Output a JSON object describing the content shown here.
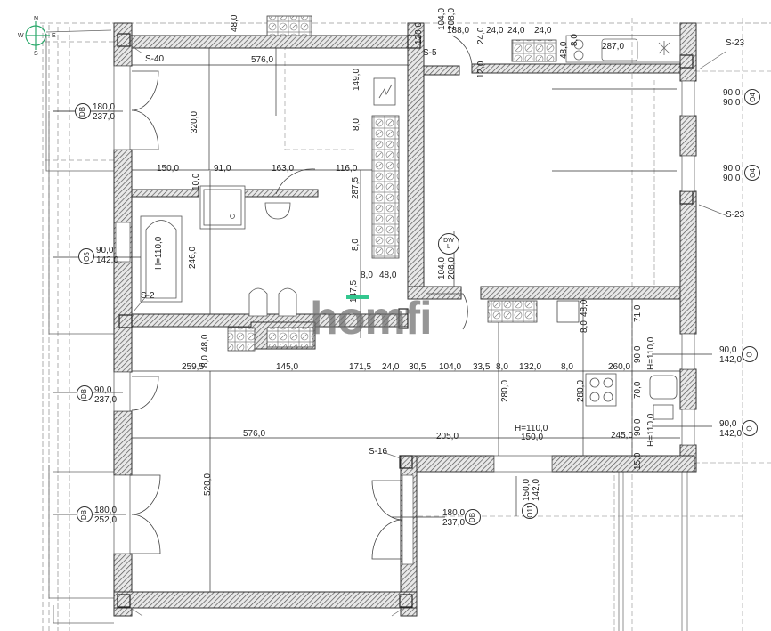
{
  "drawing": {
    "type": "architectural floor plan",
    "compass": {
      "n": "N",
      "s": "S",
      "e": "E",
      "w": "W",
      "color": "#2aa86a"
    },
    "watermark": {
      "text": "homfi",
      "accent_color": "#33c78f"
    },
    "wall_labels": {
      "s40": "S-40",
      "s5": "S-5",
      "s23_top": "S-23",
      "s23_mid": "S-23",
      "s2": "S-2",
      "s16": "S-16"
    },
    "openings": {
      "db_top_left": {
        "tag": "DB",
        "width": "180,0",
        "height": "237,0"
      },
      "o5_bath": {
        "tag": "O5",
        "width": "90,0",
        "height": "142,0"
      },
      "db_mid_left": {
        "tag": "DB",
        "width": "90,0",
        "height": "237,0"
      },
      "db_bottom_left": {
        "tag": "DB",
        "width": "180,0",
        "height": "252,0"
      },
      "db_bottom_mid": {
        "tag": "DB",
        "width": "180,0",
        "height": "237,0"
      },
      "o4_upper": {
        "tag": "O4",
        "width": "90,0",
        "height": "90,0"
      },
      "o4_lower": {
        "tag": "O4",
        "width": "90,0",
        "height": "90,0"
      },
      "o_kitchen_upper": {
        "tag": "O",
        "width": "90,0",
        "height": "142,0"
      },
      "o_kitchen_lower": {
        "tag": "O",
        "width": "90,0",
        "height": "142,0"
      },
      "o11": {
        "tag": "O11",
        "width": "150,0",
        "height": "142,0"
      },
      "dw_l": {
        "tag_top": "DW",
        "tag_bottom": "L",
        "width": "104,0",
        "height": "208,0"
      },
      "entry_door": {
        "width": "104,0",
        "height": "208,0"
      }
    },
    "dimensions": {
      "top_576": "576,0",
      "top_48": "48,0",
      "top_120": "120,0",
      "top_188": "188,0",
      "top_24a": "24,0",
      "top_24b": "24,0",
      "top_24c": "24,0",
      "top_24d": "24,0",
      "top_12": "12,0",
      "top_48b": "48,0",
      "top_8": "8,0",
      "top_287": "287,0",
      "v_320": "320,0",
      "v_149": "149,0",
      "v_8a": "8,0",
      "row_150": "150,0",
      "row_91": "91,0",
      "row_163": "163,0",
      "row_116": "116,0",
      "v_10": "10,0",
      "v_287_5": "287,5",
      "v_246": "246,0",
      "bath_h": "H=110,0",
      "v_8b": "8,0",
      "h_8": "8,0",
      "h_48": "48,0",
      "v_147_5": "147,5",
      "v_8c": "8,0",
      "v_48c": "48,0",
      "mid_259_5": "259,5",
      "mid_145": "145,0",
      "mid_171_5": "171,5",
      "mid_24": "24,0",
      "mid_30_5": "30,5",
      "mid_104": "104,0",
      "mid_33_5": "33,5",
      "mid_8a": "8,0",
      "mid_132": "132,0",
      "mid_8b": "8,0",
      "mid_260": "260,0",
      "k_8": "8,0",
      "k_48": "48,0",
      "k_71": "71,0",
      "k_90a": "90,0",
      "k_h110a": "H=110,0",
      "k_280a": "280,0",
      "k_280b": "280,0",
      "k_70": "70,0",
      "k_90b": "90,0",
      "k_h110b": "H=110,0",
      "low_576": "576,0",
      "low_205": "205,0",
      "low_h110": "H=110,0",
      "low_150": "150,0",
      "low_245": "245,0",
      "low_15": "15,0",
      "v_520": "520,0"
    }
  }
}
